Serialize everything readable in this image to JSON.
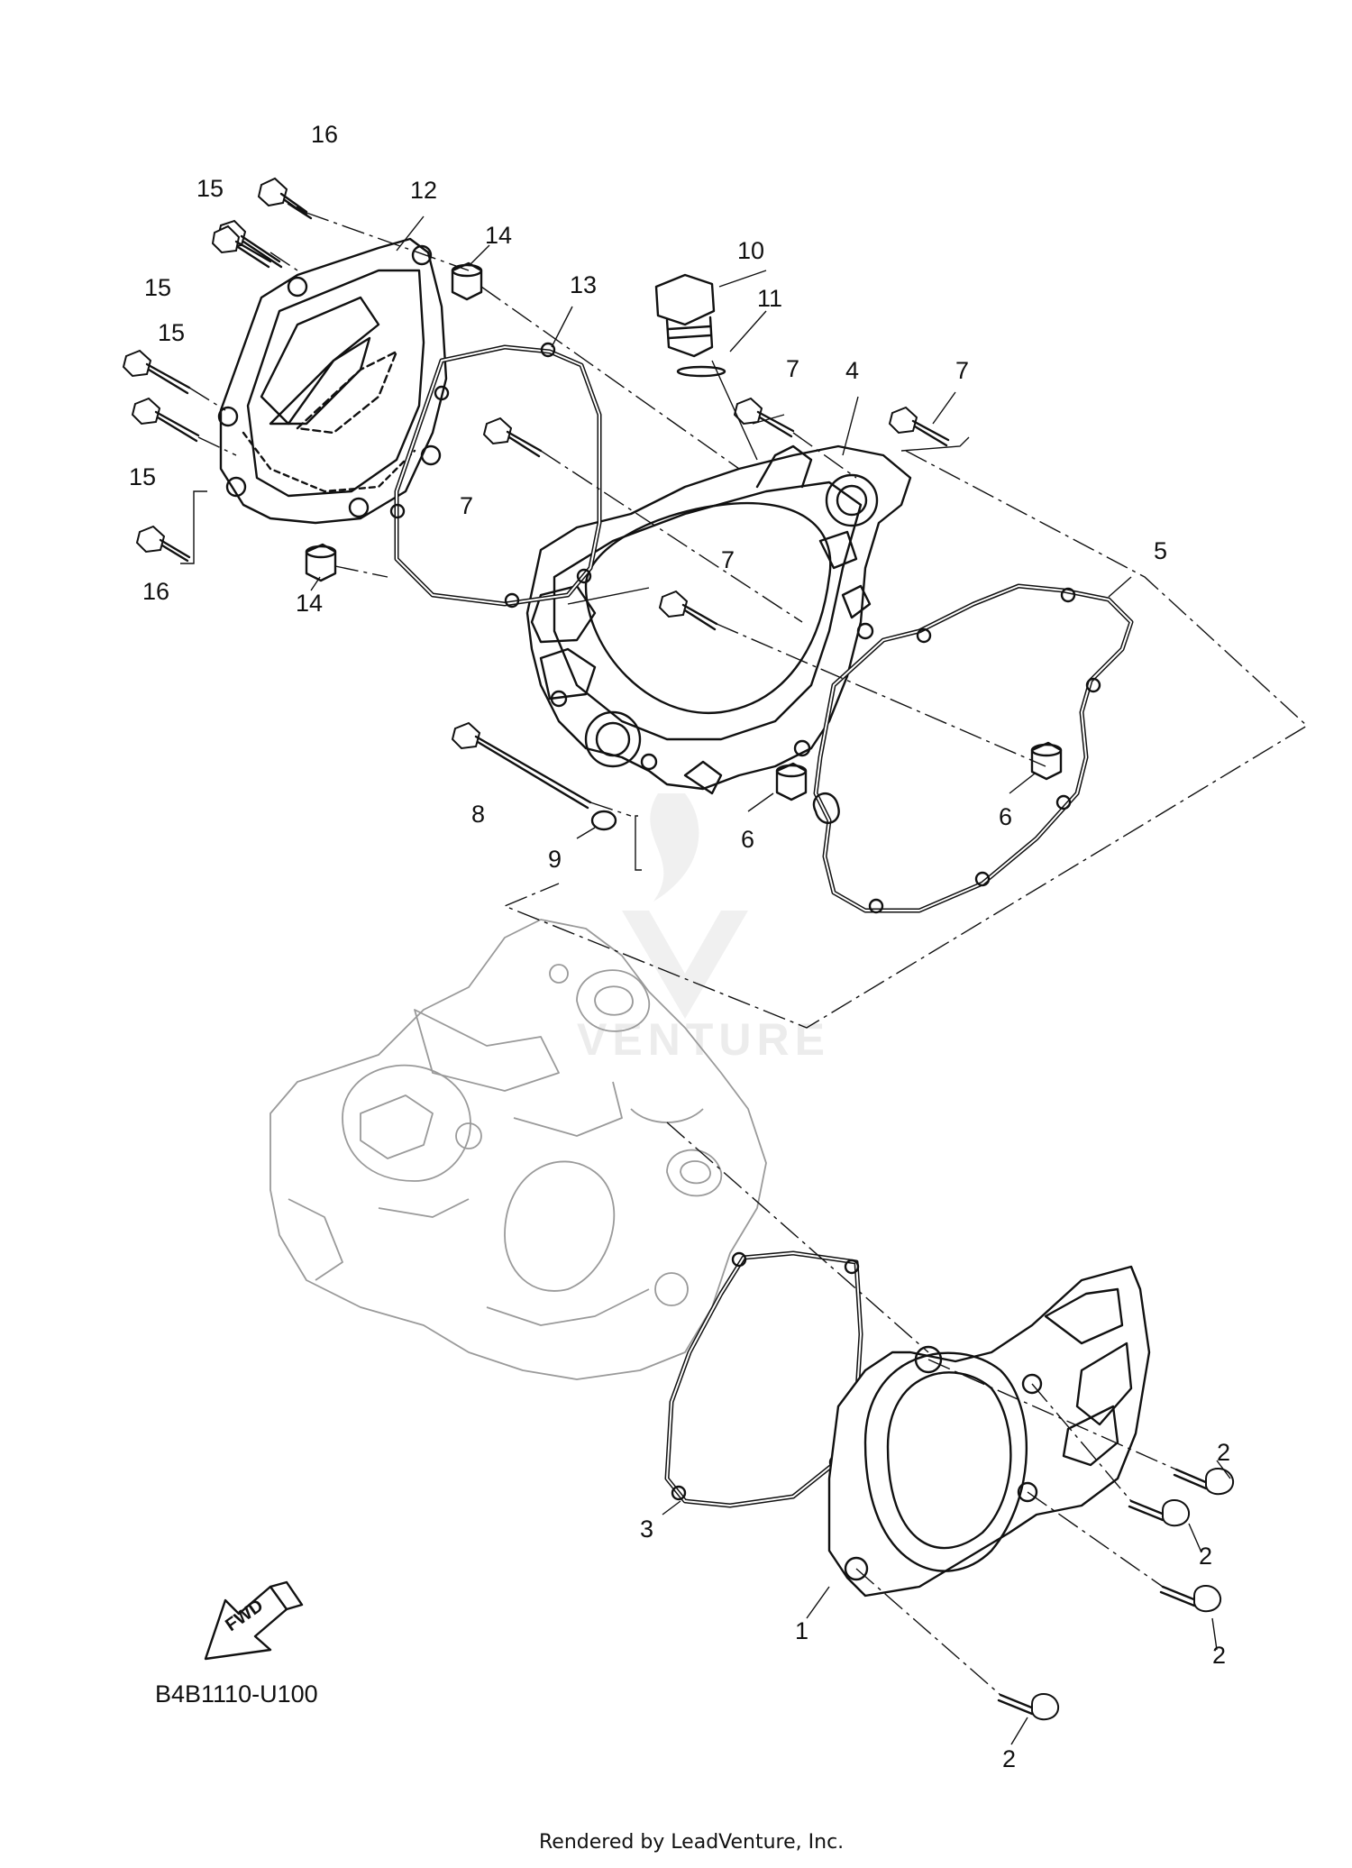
{
  "diagram": {
    "part_code": "B4B1110-U100",
    "footer": "Rendered by LeadVenture, Inc.",
    "watermark": "VENTURE",
    "fwd_label": "FWD",
    "callouts": [
      {
        "id": "c16a",
        "label": "16"
      },
      {
        "id": "c15a",
        "label": "15"
      },
      {
        "id": "c12",
        "label": "12"
      },
      {
        "id": "c14a",
        "label": "14"
      },
      {
        "id": "c15b",
        "label": "15"
      },
      {
        "id": "c13",
        "label": "13"
      },
      {
        "id": "c10",
        "label": "10"
      },
      {
        "id": "c11",
        "label": "11"
      },
      {
        "id": "c15c",
        "label": "15"
      },
      {
        "id": "c7a",
        "label": "7"
      },
      {
        "id": "c4",
        "label": "4"
      },
      {
        "id": "c7b",
        "label": "7"
      },
      {
        "id": "c15d",
        "label": "15"
      },
      {
        "id": "c7c",
        "label": "7"
      },
      {
        "id": "c16b",
        "label": "16"
      },
      {
        "id": "c14b",
        "label": "14"
      },
      {
        "id": "c7d",
        "label": "7"
      },
      {
        "id": "c5",
        "label": "5"
      },
      {
        "id": "c8",
        "label": "8"
      },
      {
        "id": "c9",
        "label": "9"
      },
      {
        "id": "c6a",
        "label": "6"
      },
      {
        "id": "c6b",
        "label": "6"
      },
      {
        "id": "c2a",
        "label": "2"
      },
      {
        "id": "c2b",
        "label": "2"
      },
      {
        "id": "c3",
        "label": "3"
      },
      {
        "id": "c2c",
        "label": "2"
      },
      {
        "id": "c1",
        "label": "1"
      },
      {
        "id": "c2d",
        "label": "2"
      }
    ]
  }
}
